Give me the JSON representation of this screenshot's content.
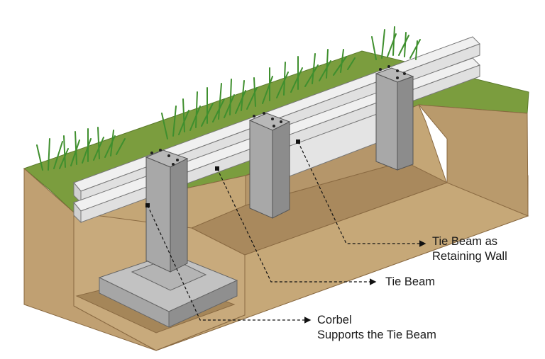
{
  "labels": {
    "retaining_wall": {
      "line1": "Tie Beam as",
      "line2": "Retaining Wall"
    },
    "tie_beam": "Tie Beam",
    "corbel": {
      "line1": "Corbel",
      "line2": "Supports the Tie Beam"
    }
  },
  "colors": {
    "grass_top": "#7a9c3c",
    "soil": "#c2a274",
    "soil_dark": "#9c7b52",
    "concrete": "#a8a8a8",
    "beam": "#e6e6e6",
    "grass_blades": "#3f8f2e"
  }
}
